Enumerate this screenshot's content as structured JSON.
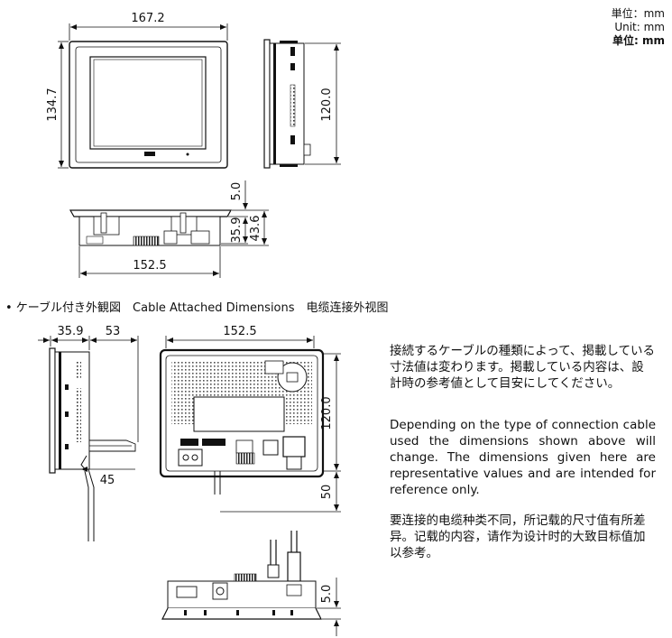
{
  "units": {
    "jp": "単位：mm",
    "en": "Unit: mm",
    "cn": "单位: mm"
  },
  "top_views": {
    "front_width": "167.2",
    "front_height": "134.7",
    "side_height": "120.0",
    "bottom_bezel": "5.0",
    "bottom_depth_1": "35.9",
    "bottom_depth_2": "43.6",
    "bottom_width": "152.5"
  },
  "section_title": "• ケーブル付き外観図　Cable Attached Dimensions　电缆连接外视图",
  "cable_views": {
    "side_depth": "35.9",
    "side_cable": "53",
    "side_bend": "45",
    "rear_width": "152.5",
    "rear_height": "120.0",
    "rear_cable": "50",
    "bottom_bezel": "5.0"
  },
  "notes": {
    "jp": "接続するケーブルの種類によって、掲載している寸法値は変わります。掲載している内容は、設計時の参考値として目安にしてください。",
    "en": "Depending on the type of connection cable used the dimensions shown above will change. The dimensions given here are representative values and are intended for reference only.",
    "cn": "要连接的电缆种类不同，所记载的尺寸值有所差异。记载的内容，请作为设计时的大致目标值加以参考。"
  }
}
